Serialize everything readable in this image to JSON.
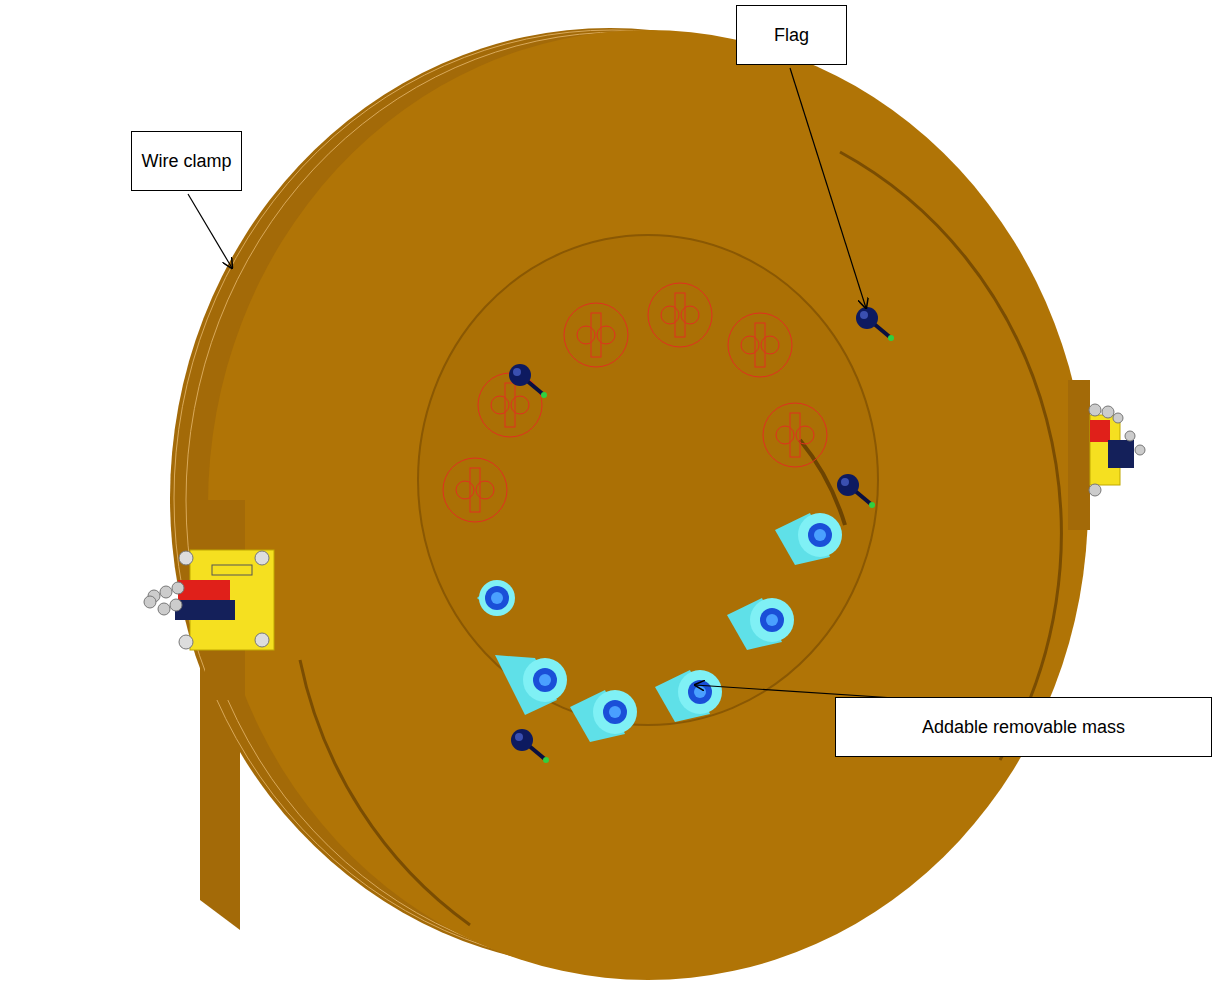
{
  "diagram": {
    "nodes": [
      {
        "text": [
          "Flag"
        ]
      },
      {
        "text": [
          "Wire clamp"
        ]
      },
      {
        "text": [
          "Addable removable mass"
        ]
      }
    ]
  }
}
